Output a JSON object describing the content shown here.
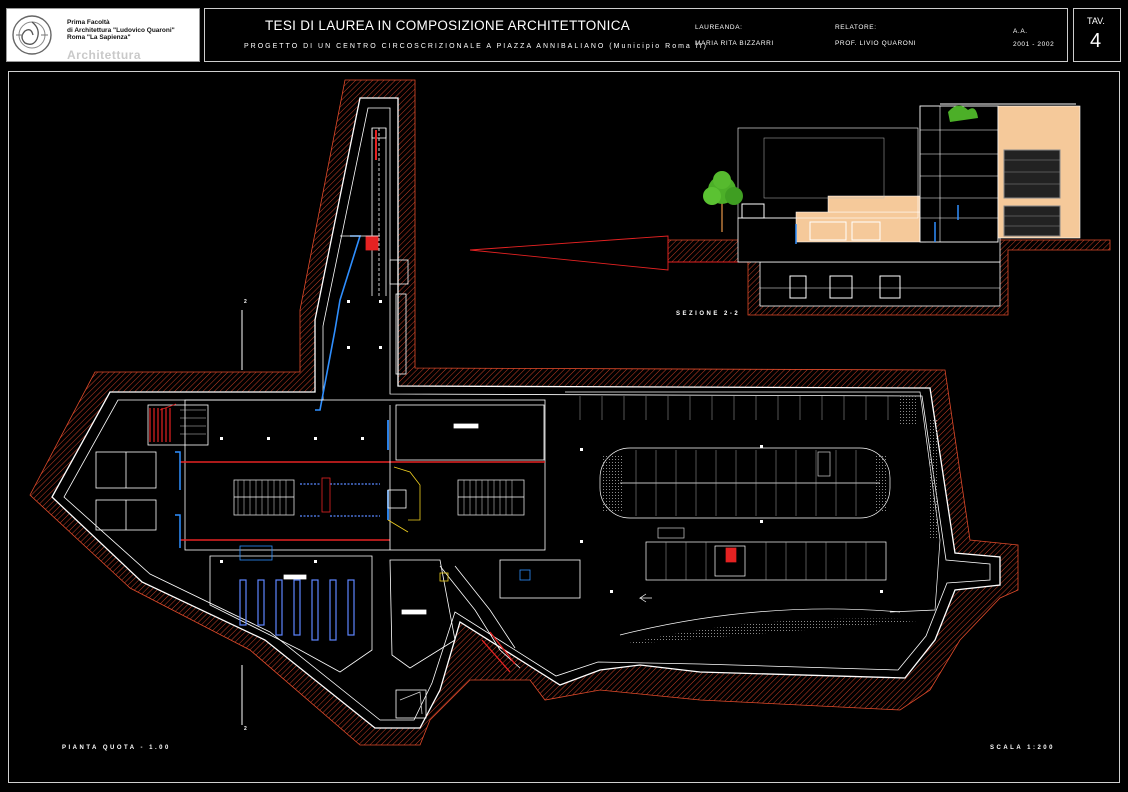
{
  "logo": {
    "line1": "Prima Facoltà",
    "line2": "di Architettura \"Ludovico Quaroni\"",
    "line3": "Roma \"La Sapienza\"",
    "word": "Architettura"
  },
  "header": {
    "title": "TESI DI LAUREA IN COMPOSIZIONE ARCHITETTONICA",
    "subtitle": "PROGETTO DI UN CENTRO CIRCOSCRIZIONALE A PIAZZA ANNIBALIANO (Municipio Roma II)",
    "student_label": "LAUREANDA:",
    "student_name": "MARIA RITA BIZZARRI",
    "advisor_label": "RELATORE:",
    "advisor_name": "PROF. LIVIO QUARONI",
    "year_label": "A.A.",
    "year_value": "2001 - 2002",
    "sheet_label": "TAV.",
    "sheet_number": "4"
  },
  "drawing": {
    "section_label": "SEZIONE 2-2",
    "plan_label": "PIANTA QUOTA - 1.00",
    "scale_label": "SCALA 1:200",
    "section_marker": "2",
    "colors": {
      "background": "#000000",
      "walls": "#ffffff",
      "hatch": "#e04a2a",
      "accent_red": "#e52222",
      "accent_blue": "#2f8fff",
      "accent_yellow": "#f0d020",
      "tree": "#4caf28",
      "facade": "#f5c99a"
    }
  }
}
